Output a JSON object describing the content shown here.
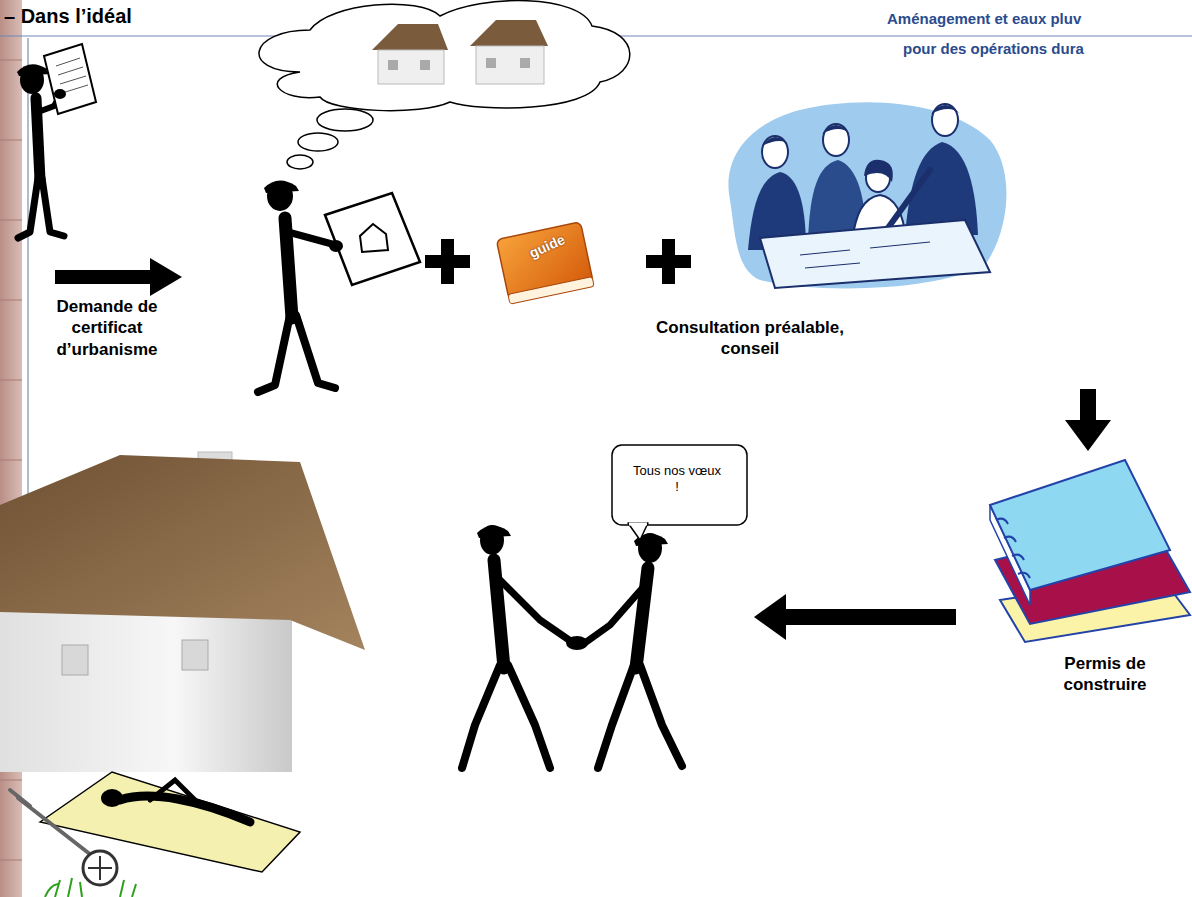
{
  "diagram": {
    "title": "– Dans l’idéal",
    "nodes": [
      {
        "text": [
          "Consultation préalable, conseil"
        ]
      },
      {
        "text": [
          "Permis de construire"
        ]
      },
      {
        "text": [
          "Tous nos vœux !"
        ]
      }
    ],
    "edges": [
      {
        "from": 0,
        "to": 1,
        "arrow": "to"
      },
      {
        "from": 1,
        "to": 2,
        "arrow": "to"
      }
    ],
    "labels": [
      "Aménagement et eaux pluv",
      "pour des opérations dura",
      "Demande de certificat d’urbanisme",
      "guide"
    ]
  }
}
